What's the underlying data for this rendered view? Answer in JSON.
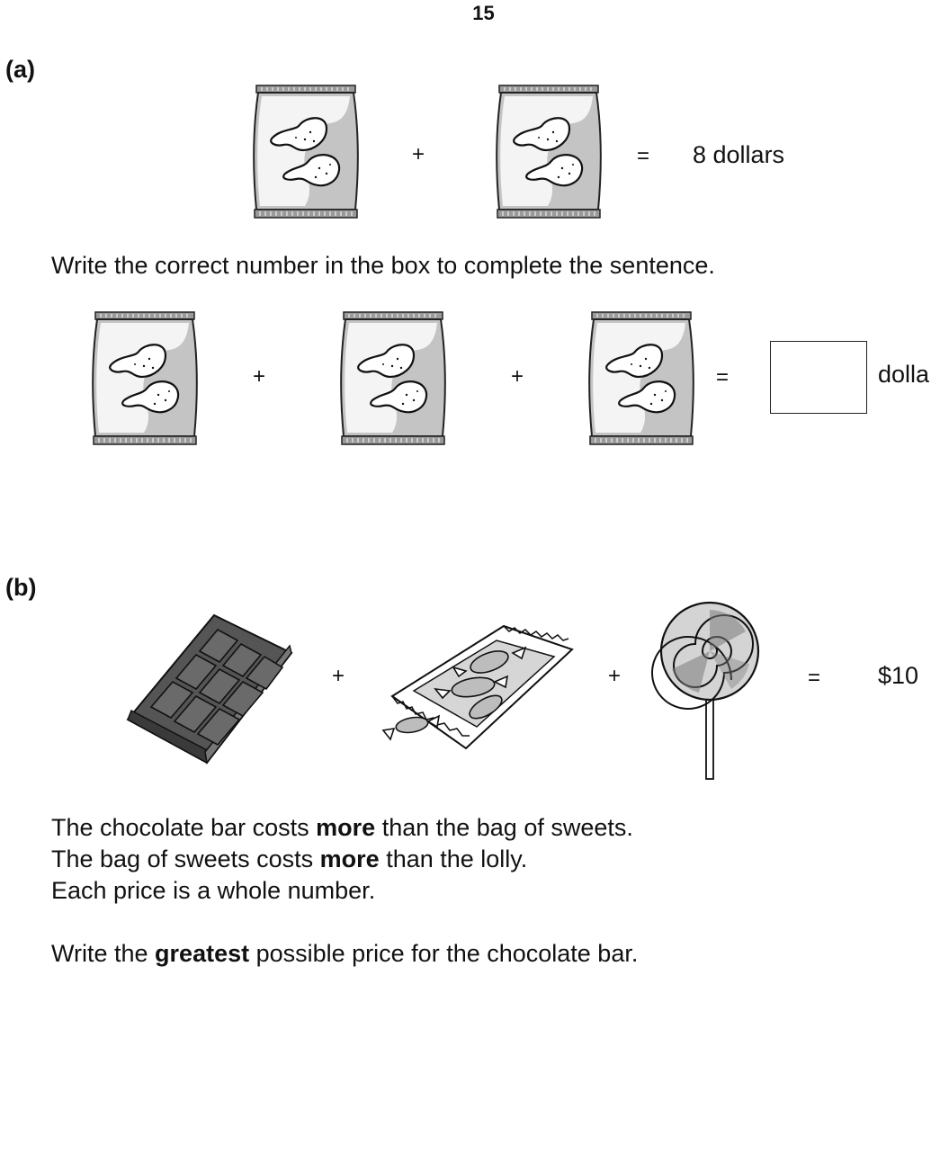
{
  "page_number": "15",
  "part_a": {
    "label": "(a)",
    "equation1": {
      "plus": "+",
      "equals": "=",
      "result": "8 dollars"
    },
    "instruction": "Write the correct number in the box to complete the sentence.",
    "equation2": {
      "plus1": "+",
      "plus2": "+",
      "equals": "=",
      "unit": "dolla"
    }
  },
  "part_b": {
    "label": "(b)",
    "equation": {
      "plus1": "+",
      "plus2": "+",
      "equals": "=",
      "result": "$10"
    },
    "line1": {
      "pre": "The chocolate bar costs ",
      "bold": "more",
      "post": " than the bag of sweets."
    },
    "line2": {
      "pre": "The bag of sweets costs ",
      "bold": "more",
      "post": " than the lolly."
    },
    "line3": "Each price is a whole number.",
    "question": {
      "pre": "Write the ",
      "bold": "greatest",
      "post": " possible price for the chocolate bar."
    }
  }
}
